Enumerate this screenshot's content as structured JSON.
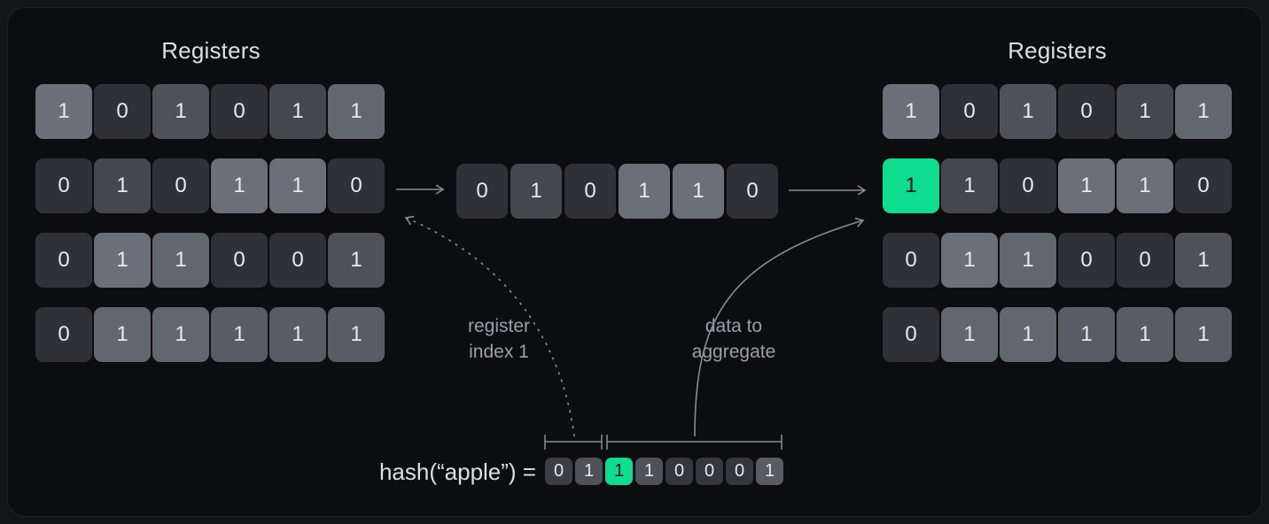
{
  "palette": {
    "page_bg": "#141518",
    "canvas_bg": "#0c0d10",
    "frame_border": "#1f2125",
    "arrow": "#878d95",
    "label_text": "#9aa0a7",
    "title_text": "#dcdfe3",
    "digit_light": "#e8eaec",
    "digit_dark": "#14181c",
    "green_accent": "#0edc8e",
    "shades": {
      "d": "#2e3238",
      "d2": "#34383e",
      "d3": "#3a3e45",
      "md": "#43484f",
      "m": "#4d525a",
      "m2": "#575d65",
      "ml": "#61676f",
      "l": "#6a7079",
      "g": "#0edc8e"
    }
  },
  "diagram": {
    "left_grid": {
      "title": "Registers",
      "rows": [
        [
          {
            "v": "1",
            "s": "l"
          },
          {
            "v": "0",
            "s": "d"
          },
          {
            "v": "1",
            "s": "m"
          },
          {
            "v": "0",
            "s": "d"
          },
          {
            "v": "1",
            "s": "md"
          },
          {
            "v": "1",
            "s": "ml"
          }
        ],
        [
          {
            "v": "0",
            "s": "d"
          },
          {
            "v": "1",
            "s": "md"
          },
          {
            "v": "0",
            "s": "d"
          },
          {
            "v": "1",
            "s": "l"
          },
          {
            "v": "1",
            "s": "l"
          },
          {
            "v": "0",
            "s": "d"
          }
        ],
        [
          {
            "v": "0",
            "s": "d"
          },
          {
            "v": "1",
            "s": "l"
          },
          {
            "v": "1",
            "s": "ml"
          },
          {
            "v": "0",
            "s": "d"
          },
          {
            "v": "0",
            "s": "d"
          },
          {
            "v": "1",
            "s": "m"
          }
        ],
        [
          {
            "v": "0",
            "s": "d"
          },
          {
            "v": "1",
            "s": "ml"
          },
          {
            "v": "1",
            "s": "ml"
          },
          {
            "v": "1",
            "s": "m2"
          },
          {
            "v": "1",
            "s": "m2"
          },
          {
            "v": "1",
            "s": "m2"
          }
        ]
      ]
    },
    "buffer_row": [
      {
        "v": "0",
        "s": "d"
      },
      {
        "v": "1",
        "s": "md"
      },
      {
        "v": "0",
        "s": "d"
      },
      {
        "v": "1",
        "s": "l"
      },
      {
        "v": "1",
        "s": "l"
      },
      {
        "v": "0",
        "s": "d"
      }
    ],
    "right_grid": {
      "title": "Registers",
      "rows": [
        [
          {
            "v": "1",
            "s": "l"
          },
          {
            "v": "0",
            "s": "d"
          },
          {
            "v": "1",
            "s": "m"
          },
          {
            "v": "0",
            "s": "d"
          },
          {
            "v": "1",
            "s": "md"
          },
          {
            "v": "1",
            "s": "ml"
          }
        ],
        [
          {
            "v": "1",
            "s": "g"
          },
          {
            "v": "1",
            "s": "md"
          },
          {
            "v": "0",
            "s": "d"
          },
          {
            "v": "1",
            "s": "l"
          },
          {
            "v": "1",
            "s": "l"
          },
          {
            "v": "0",
            "s": "d"
          }
        ],
        [
          {
            "v": "0",
            "s": "d"
          },
          {
            "v": "1",
            "s": "l"
          },
          {
            "v": "1",
            "s": "ml"
          },
          {
            "v": "0",
            "s": "d"
          },
          {
            "v": "0",
            "s": "d"
          },
          {
            "v": "1",
            "s": "m"
          }
        ],
        [
          {
            "v": "0",
            "s": "d"
          },
          {
            "v": "1",
            "s": "ml"
          },
          {
            "v": "1",
            "s": "ml"
          },
          {
            "v": "1",
            "s": "m2"
          },
          {
            "v": "1",
            "s": "m2"
          },
          {
            "v": "1",
            "s": "m2"
          }
        ]
      ]
    },
    "hash": {
      "label": "hash(“apple”) =",
      "bits": [
        {
          "v": "0",
          "s": "d3"
        },
        {
          "v": "1",
          "s": "m"
        },
        {
          "v": "1",
          "s": "g"
        },
        {
          "v": "1",
          "s": "m"
        },
        {
          "v": "0",
          "s": "d2"
        },
        {
          "v": "0",
          "s": "d2"
        },
        {
          "v": "0",
          "s": "d2"
        },
        {
          "v": "1",
          "s": "m2"
        }
      ]
    },
    "labels": {
      "register_index": [
        "register",
        "index 1"
      ],
      "data_to_aggregate": [
        "data to",
        "aggregate"
      ]
    }
  }
}
